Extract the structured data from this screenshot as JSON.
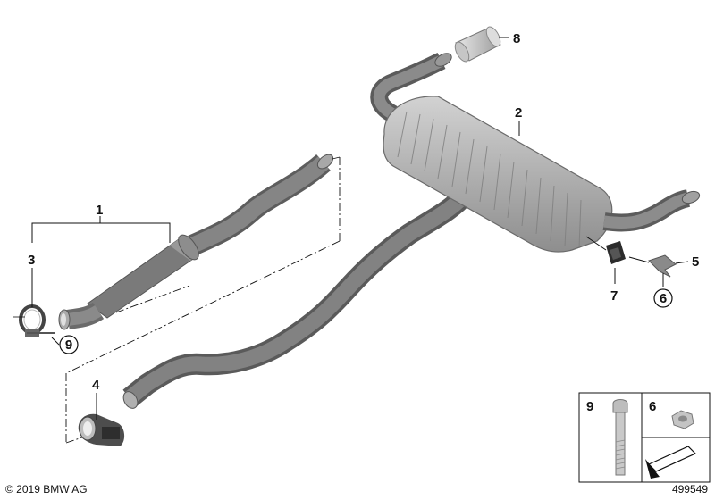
{
  "callouts": {
    "c1": "1",
    "c2": "2",
    "c3": "3",
    "c4": "4",
    "c5": "5",
    "c6": "6",
    "c7": "7",
    "c8": "8",
    "c9": "9"
  },
  "legend": {
    "box9": "9",
    "box6": "6"
  },
  "footer": {
    "copyright": "© 2019 BMW AG",
    "diagram_id": "499549"
  },
  "colors": {
    "pipe": "#7d7d7d",
    "pipe_shadow": "#5f5f5f",
    "muffler": "#b5b5b5",
    "line": "#111111"
  }
}
